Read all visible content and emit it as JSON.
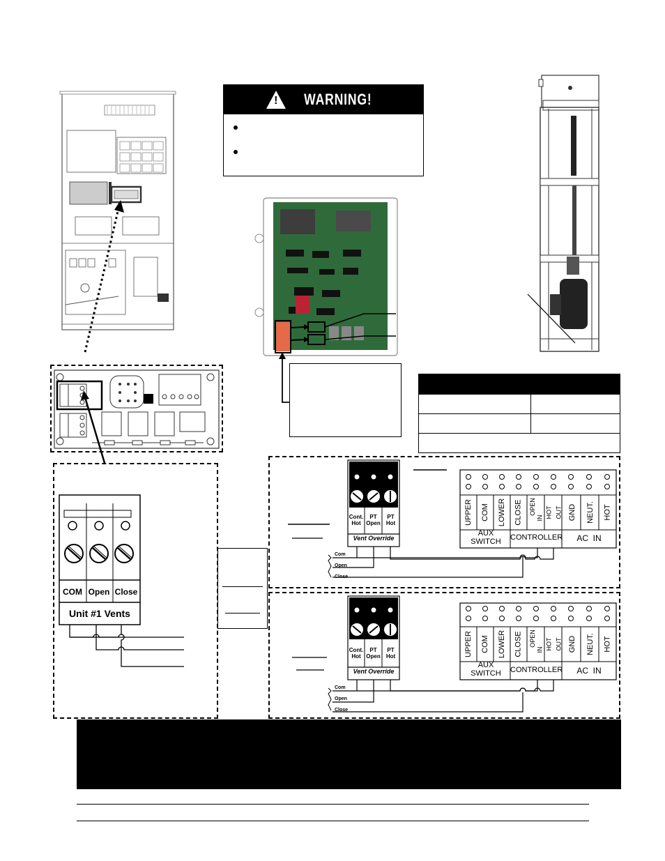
{
  "warning": {
    "title": "WARNING!",
    "icon": "warning-triangle-icon"
  },
  "vent_override": {
    "terminals": [
      "Cont. Hot",
      "PT Open",
      "PT Hot"
    ],
    "title": "Vent Override",
    "wires": [
      "Com",
      "Open",
      "Close"
    ]
  },
  "terminal_strip": {
    "labels": [
      "UPPER",
      "COM",
      "LOWER",
      "CLOSE",
      "OPEN",
      "IN",
      "HOT",
      "OUT",
      "GND",
      "NEUT.",
      "HOT"
    ],
    "groups": [
      "AUX SWITCH",
      "CONTROLLER",
      "AC  IN"
    ]
  },
  "unit_vents": {
    "terminals": [
      "COM",
      "Open",
      "Close"
    ],
    "title": "Unit #1 Vents"
  }
}
